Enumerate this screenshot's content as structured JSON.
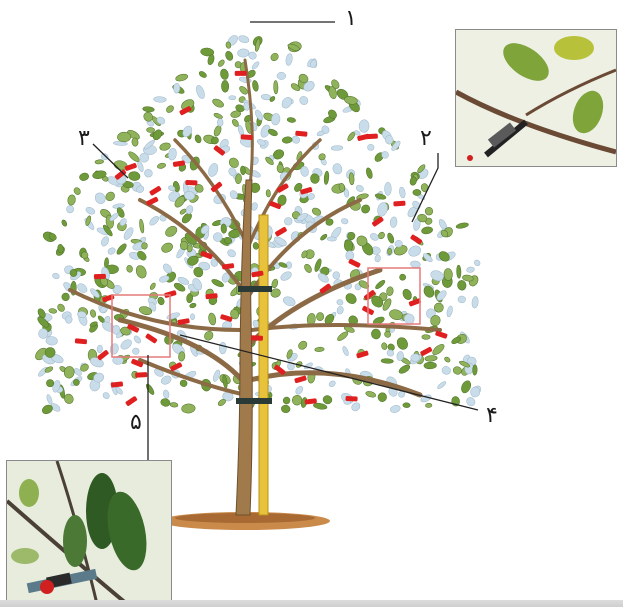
{
  "labels": {
    "l1": "۱",
    "l2": "۲",
    "l3": "۳",
    "l4": "۴",
    "l5": "۵"
  },
  "colors": {
    "trunk": "#a07a4a",
    "stake": "#e8c23a",
    "leaf_green": "#6f9a3a",
    "leaf_pale": "#c9dcea",
    "cut_mark": "#e02020",
    "soil": "#c98a4a",
    "callout_line": "#222222",
    "zoom_box": "#e57a7a"
  },
  "icons": {
    "tree": "tree-illustration",
    "inset_top": "branch-closeup-photo",
    "inset_bottom": "pruning-closeup-photo"
  }
}
